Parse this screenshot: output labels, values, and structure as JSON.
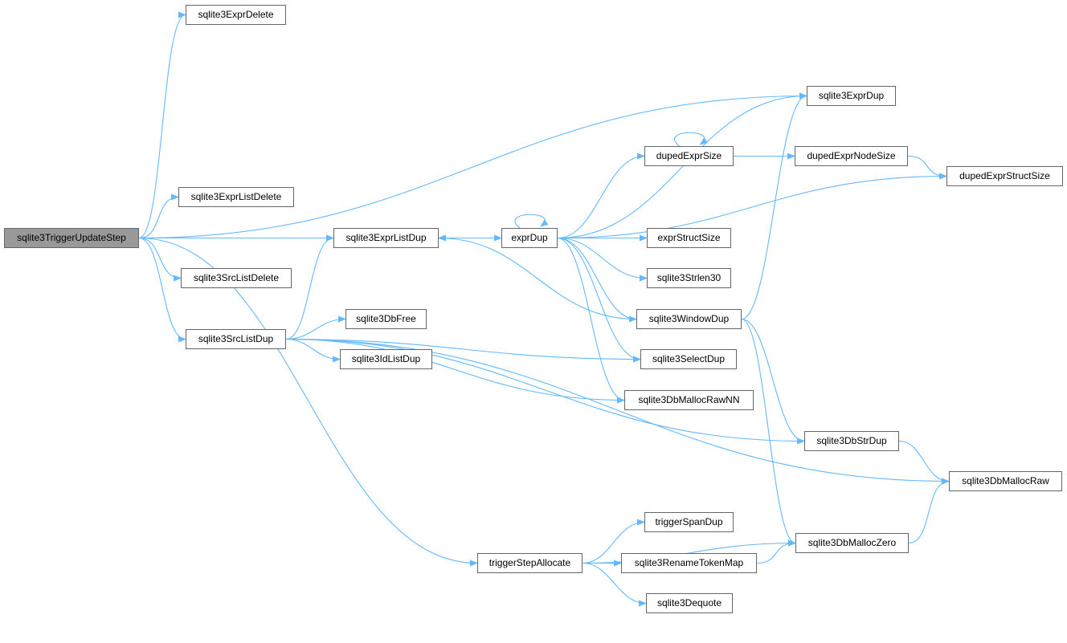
{
  "colors": {
    "edge": "#63b8ff",
    "root_fill": "#999999",
    "node_border": "#666666"
  },
  "nodes": {
    "root": "sqlite3TriggerUpdateStep",
    "exprDelete": "sqlite3ExprDelete",
    "exprListDelete": "sqlite3ExprListDelete",
    "exprListDup": "sqlite3ExprListDup",
    "srcListDelete": "sqlite3SrcListDelete",
    "srcListDup": "sqlite3SrcListDup",
    "dbFree": "sqlite3DbFree",
    "idListDup": "sqlite3IdListDup",
    "exprDup": "exprDup",
    "sqlite3ExprDup": "sqlite3ExprDup",
    "dupedExprSize": "dupedExprSize",
    "dupedExprNodeSize": "dupedExprNodeSize",
    "dupedExprStructSize": "dupedExprStructSize",
    "exprStructSize": "exprStructSize",
    "strlen30": "sqlite3Strlen30",
    "windowDup": "sqlite3WindowDup",
    "selectDup": "sqlite3SelectDup",
    "dbMallocRawNN": "sqlite3DbMallocRawNN",
    "dbStrDup": "sqlite3DbStrDup",
    "dbMallocRaw": "sqlite3DbMallocRaw",
    "triggerSpanDup": "triggerSpanDup",
    "triggerStepAllocate": "triggerStepAllocate",
    "renameTokenMap": "sqlite3RenameTokenMap",
    "dbMallocZero": "sqlite3DbMallocZero",
    "dequote": "sqlite3Dequote"
  },
  "edges": [
    [
      "root",
      "exprDelete"
    ],
    [
      "root",
      "sqlite3ExprDup"
    ],
    [
      "root",
      "exprListDelete"
    ],
    [
      "root",
      "exprListDup"
    ],
    [
      "root",
      "srcListDelete"
    ],
    [
      "root",
      "srcListDup"
    ],
    [
      "root",
      "triggerStepAllocate"
    ],
    [
      "exprListDup",
      "exprDup"
    ],
    [
      "exprDup",
      "exprListDup"
    ],
    [
      "exprDup",
      "exprDup"
    ],
    [
      "exprDup",
      "sqlite3ExprDup"
    ],
    [
      "exprDup",
      "dupedExprSize"
    ],
    [
      "exprDup",
      "dupedExprStructSize"
    ],
    [
      "exprDup",
      "exprStructSize"
    ],
    [
      "exprDup",
      "strlen30"
    ],
    [
      "exprDup",
      "windowDup"
    ],
    [
      "exprDup",
      "selectDup"
    ],
    [
      "exprDup",
      "dbMallocRawNN"
    ],
    [
      "dupedExprSize",
      "dupedExprSize"
    ],
    [
      "dupedExprSize",
      "dupedExprNodeSize"
    ],
    [
      "dupedExprNodeSize",
      "dupedExprStructSize"
    ],
    [
      "windowDup",
      "sqlite3ExprDup"
    ],
    [
      "windowDup",
      "exprListDup"
    ],
    [
      "windowDup",
      "dbStrDup"
    ],
    [
      "windowDup",
      "dbMallocZero"
    ],
    [
      "srcListDup",
      "exprListDup"
    ],
    [
      "srcListDup",
      "dbFree"
    ],
    [
      "srcListDup",
      "idListDup"
    ],
    [
      "srcListDup",
      "selectDup"
    ],
    [
      "srcListDup",
      "dbMallocRawNN"
    ],
    [
      "srcListDup",
      "dbStrDup"
    ],
    [
      "srcListDup",
      "dbMallocRaw"
    ],
    [
      "dbStrDup",
      "dbMallocRaw"
    ],
    [
      "dbMallocZero",
      "dbMallocRaw"
    ],
    [
      "triggerStepAllocate",
      "triggerSpanDup"
    ],
    [
      "triggerStepAllocate",
      "renameTokenMap"
    ],
    [
      "triggerStepAllocate",
      "dequote"
    ],
    [
      "triggerStepAllocate",
      "dbMallocZero"
    ],
    [
      "renameTokenMap",
      "dbMallocZero"
    ]
  ]
}
